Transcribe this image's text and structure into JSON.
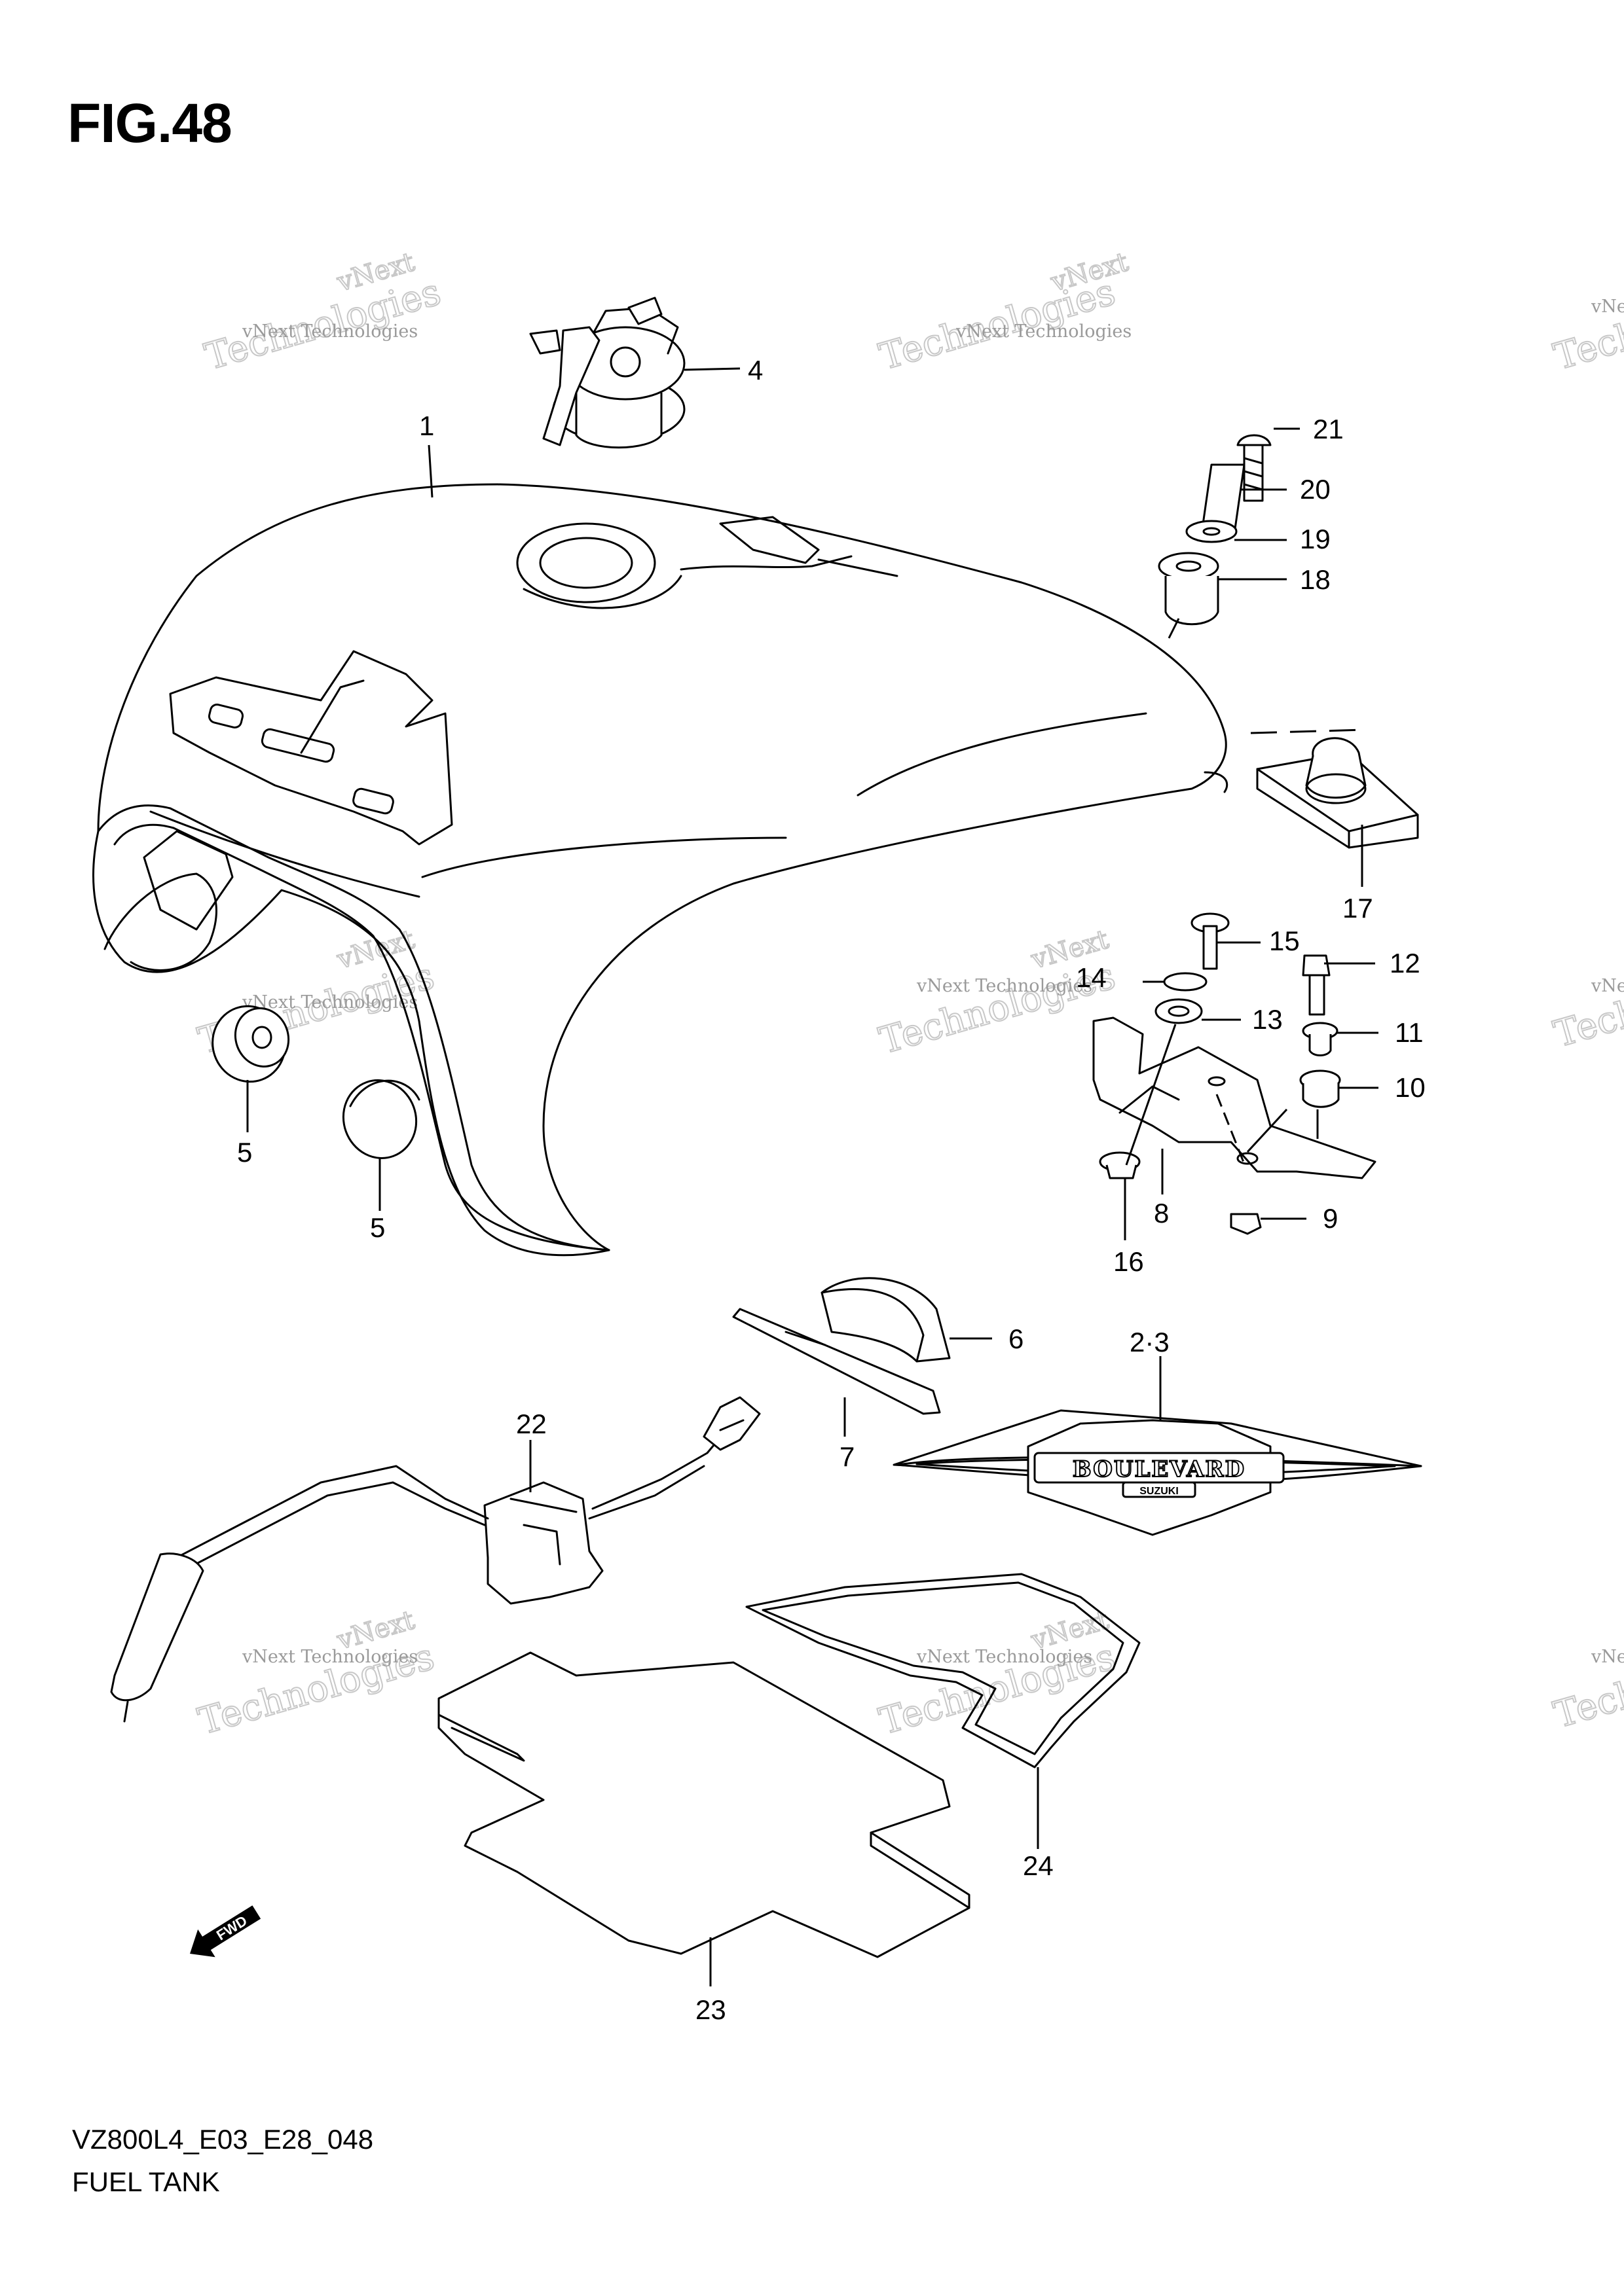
{
  "figure": {
    "title": "FIG.48",
    "code": "VZ800L4_E03_E28_048",
    "name": "FUEL TANK"
  },
  "watermark": {
    "name": "vNext Technologies",
    "line1": "vNext",
    "line2": "Technologies"
  },
  "emblem": {
    "brand": "BOULEVARD",
    "make": "SUZUKI"
  },
  "fwd_label": "FWD",
  "callouts": [
    {
      "id": "c1",
      "label": "1"
    },
    {
      "id": "c23",
      "label": "2·3"
    },
    {
      "id": "c4",
      "label": "4"
    },
    {
      "id": "c5a",
      "label": "5"
    },
    {
      "id": "c5b",
      "label": "5"
    },
    {
      "id": "c6",
      "label": "6"
    },
    {
      "id": "c7",
      "label": "7"
    },
    {
      "id": "c8",
      "label": "8"
    },
    {
      "id": "c9",
      "label": "9"
    },
    {
      "id": "c10",
      "label": "10"
    },
    {
      "id": "c11",
      "label": "11"
    },
    {
      "id": "c12",
      "label": "12"
    },
    {
      "id": "c13",
      "label": "13"
    },
    {
      "id": "c14",
      "label": "14"
    },
    {
      "id": "c15",
      "label": "15"
    },
    {
      "id": "c16",
      "label": "16"
    },
    {
      "id": "c17",
      "label": "17"
    },
    {
      "id": "c18",
      "label": "18"
    },
    {
      "id": "c19",
      "label": "19"
    },
    {
      "id": "c20",
      "label": "20"
    },
    {
      "id": "c21",
      "label": "21"
    },
    {
      "id": "c22",
      "label": "22"
    },
    {
      "id": "c23b",
      "label": "23"
    },
    {
      "id": "c24",
      "label": "24"
    }
  ]
}
